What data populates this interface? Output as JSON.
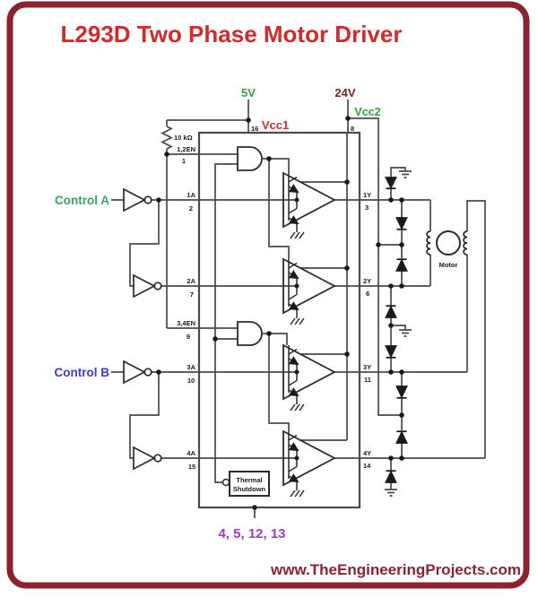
{
  "title": "L293D Two Phase Motor Driver",
  "website": "www.TheEngineeringProjects.com",
  "power": {
    "v5": "5V",
    "v24": "24V",
    "vcc1": "Vcc1",
    "vcc2": "Vcc2"
  },
  "controls": {
    "a": "Control A",
    "b": "Control B"
  },
  "resistor_label": "10 kΩ",
  "motor_label": "Motor",
  "thermal": {
    "line1": "Thermal",
    "line2": "Shutdown"
  },
  "ic": {
    "left_pins": [
      {
        "name": "1,2EN",
        "num": "1"
      },
      {
        "name": "1A",
        "num": "2"
      },
      {
        "name": "2A",
        "num": "7"
      },
      {
        "name": "3,4EN",
        "num": "9"
      },
      {
        "name": "3A",
        "num": "10"
      },
      {
        "name": "4A",
        "num": "15"
      }
    ],
    "right_pins": [
      {
        "name": "1Y",
        "num": "3"
      },
      {
        "name": "2Y",
        "num": "6"
      },
      {
        "name": "3Y",
        "num": "11"
      },
      {
        "name": "4Y",
        "num": "14"
      }
    ],
    "top_pins": [
      {
        "num": "16"
      },
      {
        "num": "8"
      }
    ],
    "bottom_pins_label": "4, 5, 12, 13"
  },
  "colors": {
    "title_red": "#d32b2b",
    "border_maroon": "#8e2130",
    "power_green": "#2f9e44",
    "dark_red_24v": "#7c2128",
    "vcc1_red": "#d32b2b",
    "control_a_green": "#38a662",
    "control_b_blue": "#3a3ccf",
    "pins_purple": "#9c3bc9",
    "website_maroon": "#8e2130",
    "wire_gray": "#4a4a4a",
    "ink_black": "#1a1a1a"
  }
}
